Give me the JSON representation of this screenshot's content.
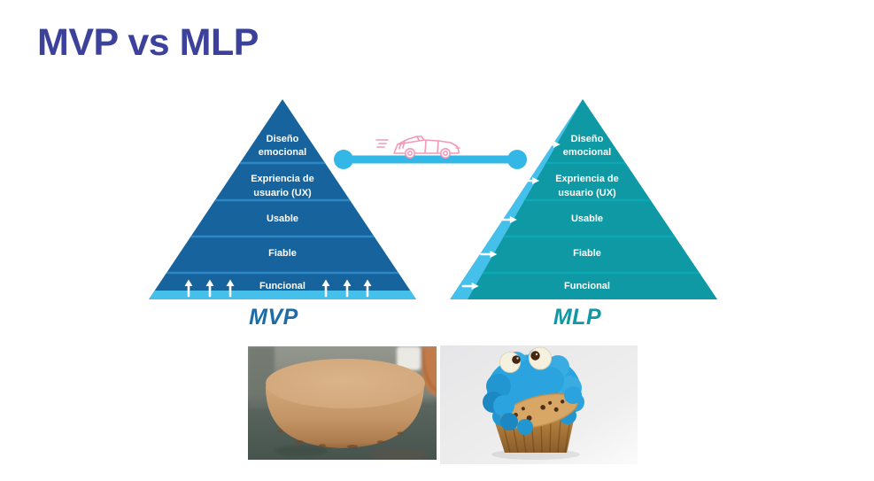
{
  "slide": {
    "title": "MVP vs MLP"
  },
  "colors": {
    "title": "#3c429b",
    "mvp_body": "#16639e",
    "mvp_divider": "#2c88c6",
    "mvp_base_band": "#45c0ea",
    "mvp_label": "#1b6ca8",
    "mlp_body": "#0f99a4",
    "mlp_divider": "#0ca9b5",
    "mlp_edge_band": "#45c0ea",
    "mlp_label": "#0f99a4",
    "connector": "#32b7e6",
    "car_doodle": "#f29ab8",
    "layer_text": "#ffffff",
    "arrow": "#ffffff"
  },
  "pyramid_layers": [
    {
      "lines": [
        "Diseño",
        "emocional"
      ]
    },
    {
      "lines": [
        "Expriencia de",
        "usuario (UX)"
      ]
    },
    {
      "lines": [
        "Usable"
      ]
    },
    {
      "lines": [
        "Fiable"
      ]
    },
    {
      "lines": [
        "Funcional"
      ]
    }
  ],
  "left_pyramid": {
    "label": "MVP"
  },
  "right_pyramid": {
    "label": "MLP"
  },
  "icons": {
    "car": "car-doodle-icon",
    "up_arrow": "↑",
    "right_arrow": "→"
  },
  "images": {
    "left": "plain-sponge-cake-photo",
    "right": "cookie-monster-cupcake-photo"
  }
}
